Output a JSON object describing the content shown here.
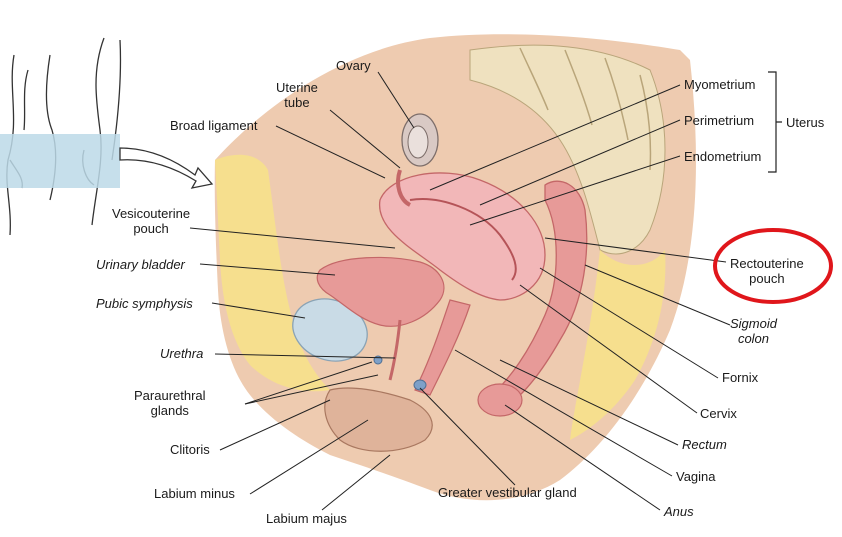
{
  "labels": {
    "ovary": "Ovary",
    "uterine_tube": "Uterine\ntube",
    "broad_ligament": "Broad ligament",
    "vesicouterine_pouch": "Vesicouterine\npouch",
    "urinary_bladder": "Urinary bladder",
    "pubic_symphysis": "Pubic symphysis",
    "urethra": "Urethra",
    "paraurethral_glands": "Paraurethral\nglands",
    "clitoris": "Clitoris",
    "labium_minus": "Labium minus",
    "labium_majus": "Labium majus",
    "greater_vestibular_gland": "Greater vestibular gland",
    "anus": "Anus",
    "vagina": "Vagina",
    "rectum": "Rectum",
    "cervix": "Cervix",
    "fornix": "Fornix",
    "sigmoid_colon": "Sigmoid\ncolon",
    "rectouterine_pouch": "Rectouterine\npouch",
    "myometrium": "Myometrium",
    "perimetrium": "Perimetrium",
    "endometrium": "Endometrium",
    "uterus": "Uterus"
  },
  "colors": {
    "highlight_circle": "#e0161b",
    "tissue": "#eecbb0",
    "uterus": "#f2b7b8",
    "fat": "#f6df8e",
    "bone": "#efe1bf",
    "inset_box": "#bcd9e8"
  }
}
